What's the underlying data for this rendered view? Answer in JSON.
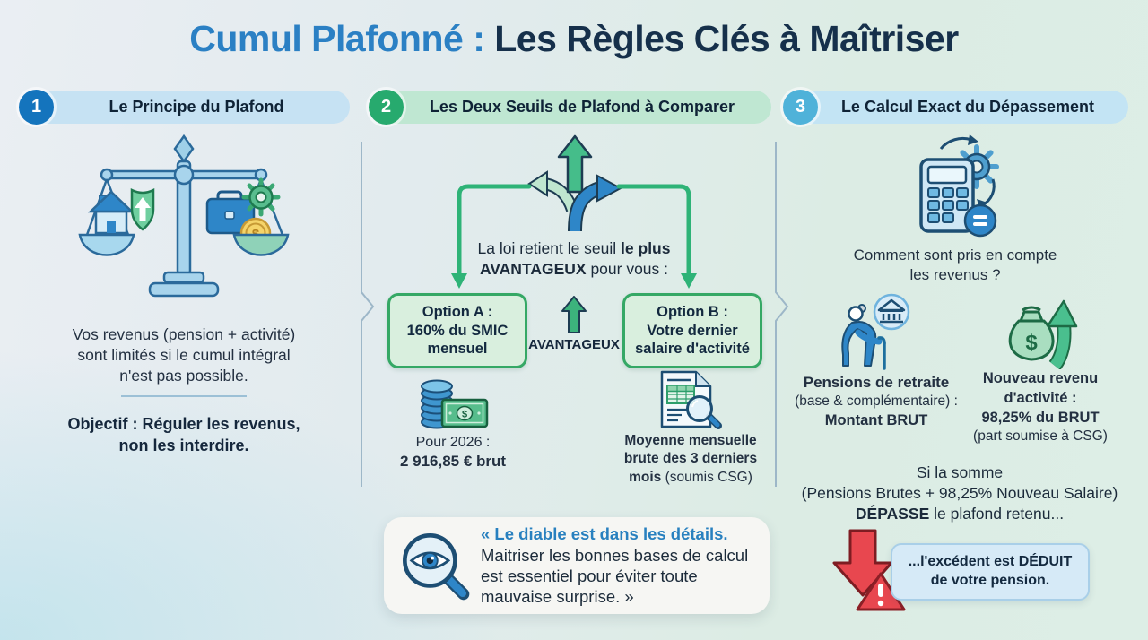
{
  "title": {
    "blue": "Cumul Plafonné : ",
    "dark": "Les Règles Clés à Maîtriser"
  },
  "colors": {
    "accent_blue": "#2b80c4",
    "navy": "#16304b",
    "green": "#2eb377",
    "sky_blue": "#4fb2d9",
    "red": "#e8474f",
    "option_border": "#35a865",
    "pill_blue": "#c6e2f3",
    "pill_green": "#bfe7d2"
  },
  "glyphs": {
    "dollar": "$"
  },
  "icons": {
    "s1": "balance-scale-icon",
    "s2_top": "branch-arrows-icon",
    "s2_a": "coins-banknote-icon",
    "s2_b": "document-magnifier-icon",
    "s2_quote": "eye-magnifier-icon",
    "s3_top": "calculator-gear-icon",
    "s3_pension": "retiree-bank-icon",
    "s3_income": "money-bag-arrow-icon",
    "s3_drop": "red-down-arrow-warning-icon"
  },
  "s1": {
    "number": "1",
    "header": "Le Principe du Plafond",
    "body": {
      "l1": "Vos revenus (pension + activité)",
      "l2": "sont limités si le cumul intégral",
      "l3": "n'est pas possible."
    },
    "objective": {
      "l1": "Objectif : Réguler les revenus,",
      "l2": "non les interdire."
    }
  },
  "s2": {
    "number": "2",
    "header": "Les Deux Seuils de Plafond à Comparer",
    "intro": {
      "l1a": "La loi retient le seuil ",
      "l1b": "le plus",
      "l2a": "AVANTAGEUX",
      "l2b": " pour vous :"
    },
    "optionA": {
      "l1": "Option A :",
      "l2": "160% du SMIC",
      "l3": "mensuel"
    },
    "arrow_label": "AVANTAGEUX",
    "optionB": {
      "l1": "Option B :",
      "l2": "Votre dernier",
      "l3": "salaire d'activité"
    },
    "captionA": {
      "l1": "Pour 2026 :",
      "l2": "2 916,85 € brut"
    },
    "captionB": {
      "l1": "Moyenne mensuelle",
      "l2": "brute des 3 derniers",
      "l3a": "mois",
      "l3b": " (soumis CSG)"
    },
    "quote": {
      "l1": "« Le diable est dans les détails.",
      "rest": "Maitriser les bonnes bases de calcul est essentiel pour éviter toute mauvaise surprise. »"
    }
  },
  "s3": {
    "number": "3",
    "header": "Le Calcul Exact du Dépassement",
    "question": {
      "l1": "Comment sont pris en compte",
      "l2": "les revenus ?"
    },
    "pension": {
      "l1": "Pensions de retraite",
      "l2": "(base & complémentaire) :",
      "l3": "Montant BRUT"
    },
    "income": {
      "l1": "Nouveau revenu",
      "l2": "d'activité :",
      "l3": "98,25% du BRUT",
      "l4": "(part soumise à CSG)"
    },
    "condition": {
      "l1": "Si la somme",
      "l2": "(Pensions Brutes + 98,25% Nouveau Salaire)",
      "l3a": "DÉPASSE",
      "l3b": " le plafond retenu..."
    },
    "result": {
      "l1": "...l'excédent est DÉDUIT",
      "l2": "de votre pension."
    }
  }
}
